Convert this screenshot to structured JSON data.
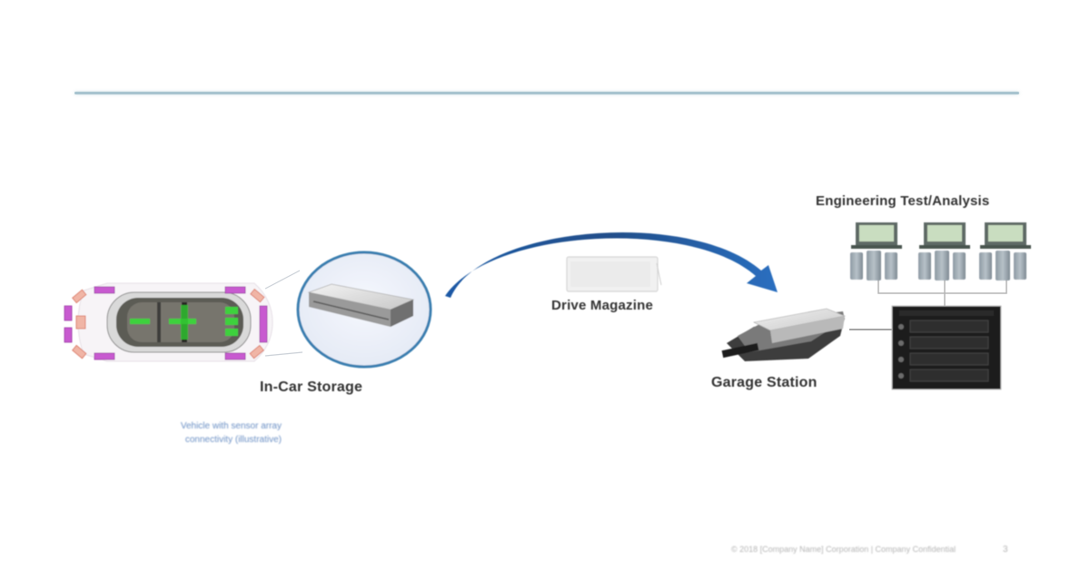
{
  "slide": {
    "footer": {
      "copyright": "© 2018 [Company Name] Corporation | Company Confidential",
      "page_number": "3"
    }
  },
  "diagram": {
    "nodes": {
      "in_car_storage": {
        "label": "In-Car Storage",
        "icon": "ssd-drive-icon"
      },
      "drive_magazine": {
        "label": "Drive Magazine",
        "icon": "drive-magazine-icon"
      },
      "garage_station": {
        "label": "Garage Station",
        "icon": "drive-dock-icon"
      },
      "engineering": {
        "label": "Engineering Test/Analysis",
        "icon": "workstation-cluster-icon"
      },
      "storage_array": {
        "icon": "storage-array-icon"
      },
      "vehicle": {
        "icon": "car-sensors-icon"
      }
    },
    "vehicle_caption": {
      "line1": "Vehicle with sensor array",
      "line2": "connectivity (illustrative)"
    },
    "colors": {
      "arrow": "#1f5fa8",
      "rule": "#a8c4cf",
      "sensor_purple": "#c85ad0",
      "sensor_orange": "#e8907a",
      "sensor_green": "#3ed13e",
      "lens_border": "#3a7fb0",
      "rack": "#1b1b1b"
    }
  }
}
